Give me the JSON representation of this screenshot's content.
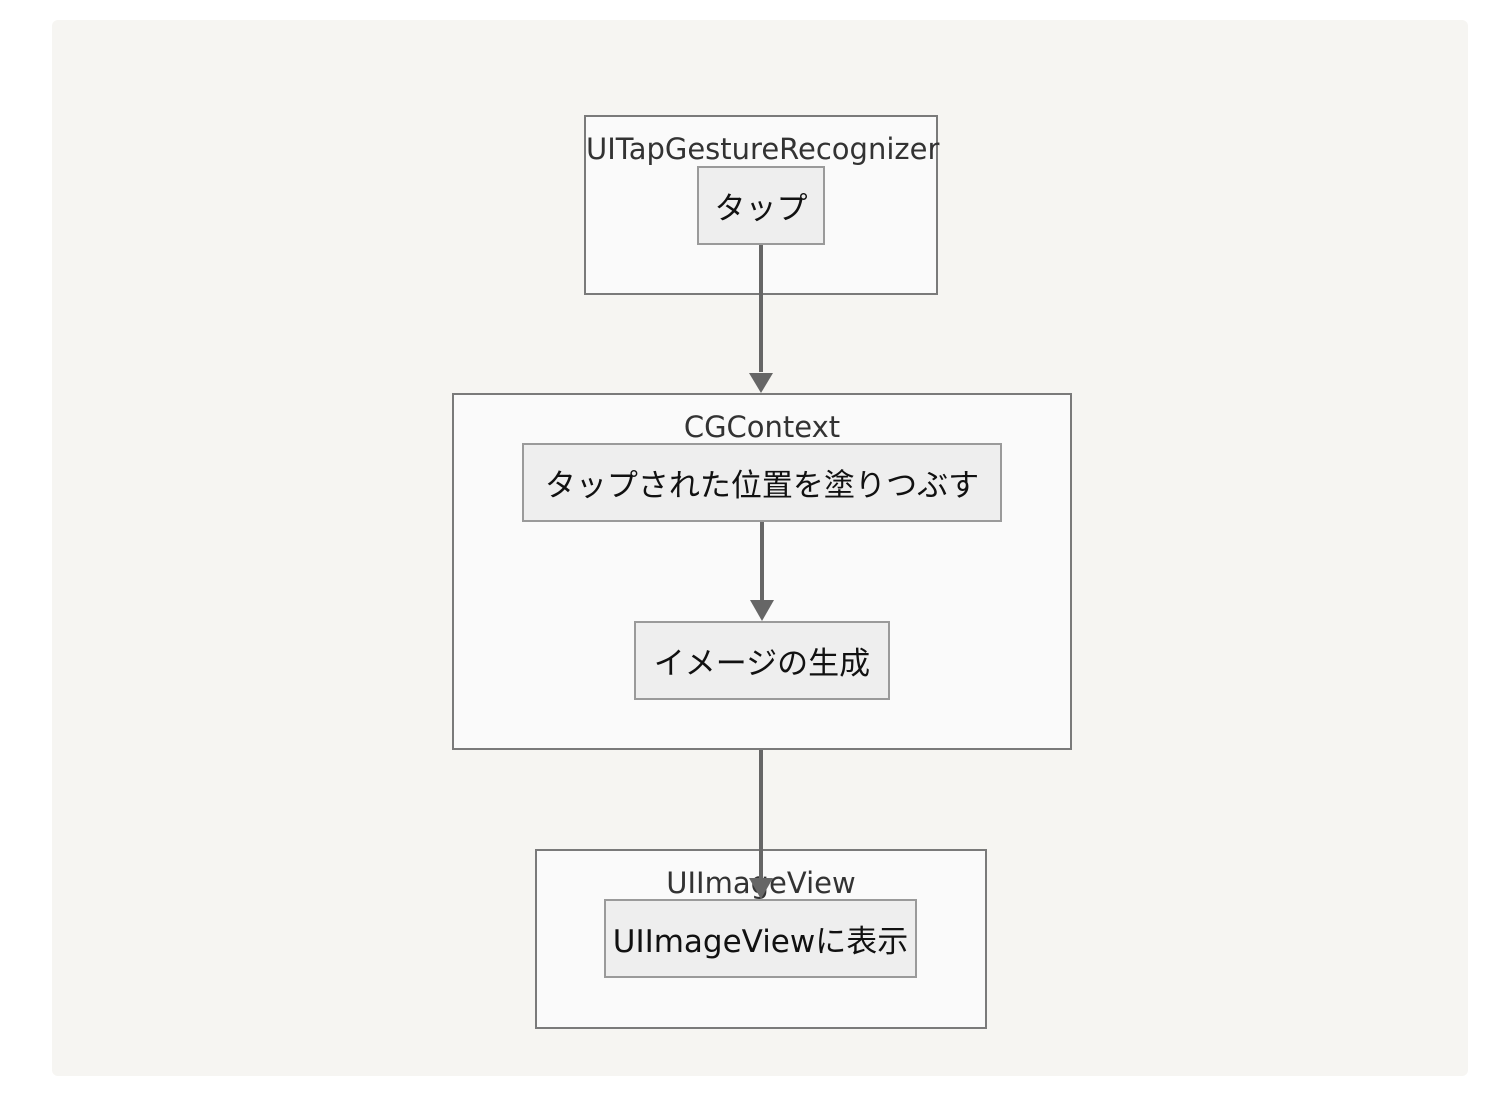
{
  "diagram": {
    "groups": [
      {
        "id": "g1",
        "title": "UITapGestureRecognizer"
      },
      {
        "id": "g2",
        "title": "CGContext"
      },
      {
        "id": "g3",
        "title": "UIImageView"
      }
    ],
    "nodes": [
      {
        "id": "n1",
        "label": "タップ"
      },
      {
        "id": "n2",
        "label": "タップされた位置を塗りつぶす"
      },
      {
        "id": "n3",
        "label": "イメージの生成"
      },
      {
        "id": "n4",
        "label": "UIImageViewに表示"
      }
    ],
    "edges": [
      {
        "from": "n1",
        "to": "g2"
      },
      {
        "from": "n2",
        "to": "n3"
      },
      {
        "from": "g2",
        "to": "n4"
      }
    ],
    "colors": {
      "background": "#f6f5f2",
      "group_fill": "#fafafa",
      "group_border": "#7a7a7a",
      "node_fill": "#eeeeee",
      "node_border": "#9a9a9a",
      "edge": "#666666"
    }
  }
}
